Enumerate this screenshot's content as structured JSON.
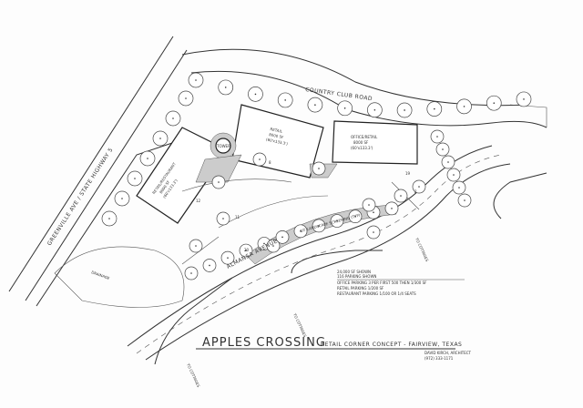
{
  "roads": {
    "north": "COUNTRY CLUB ROAD",
    "west": "GREENVILLE AVE / STATE HIGHWAY 5",
    "south": "ALMANSA AVENUE"
  },
  "buildings": [
    {
      "use": "RETAIL/RESTAURANT",
      "area": "8000 SF",
      "dims": "(60'x133.3')"
    },
    {
      "use": "RETAIL",
      "area": "8000 SF",
      "dims": "(60'x133.3')"
    },
    {
      "use": "OFFICE/RETAIL",
      "area": "8000 SF",
      "dims": "(60'x133.3')"
    }
  ],
  "site_labels": {
    "drainage": "DRAINAGE",
    "screening": "10' LANDSCAPE SCREENING (TYP)",
    "tower": "TOWER",
    "to_south": "TO COTTAGES",
    "to_east": "TO COTTAGES",
    "to_sw": "TO COTTAGES",
    "parking_counts": [
      "8",
      "12",
      "11",
      "20",
      "19",
      "2"
    ]
  },
  "notes": [
    "24,000 SF SHOWN",
    "116 PARKING SHOWN",
    "OFFICE PARKING  3 PER FIRST 500 THEN 1/300 SF",
    "RETAIL PARKING  1/200 SF",
    "RESTAURANT PARKING  1/100 OR 1/4 SEATS"
  ],
  "title_block": {
    "project": "APPLES CROSSING",
    "subtitle": "RETAIL CORNER CONCEPT - FAIRVIEW, TEXAS",
    "architect": "DAVID KIRCH, ARCHITECT",
    "phone": "(972) 333-1171"
  }
}
